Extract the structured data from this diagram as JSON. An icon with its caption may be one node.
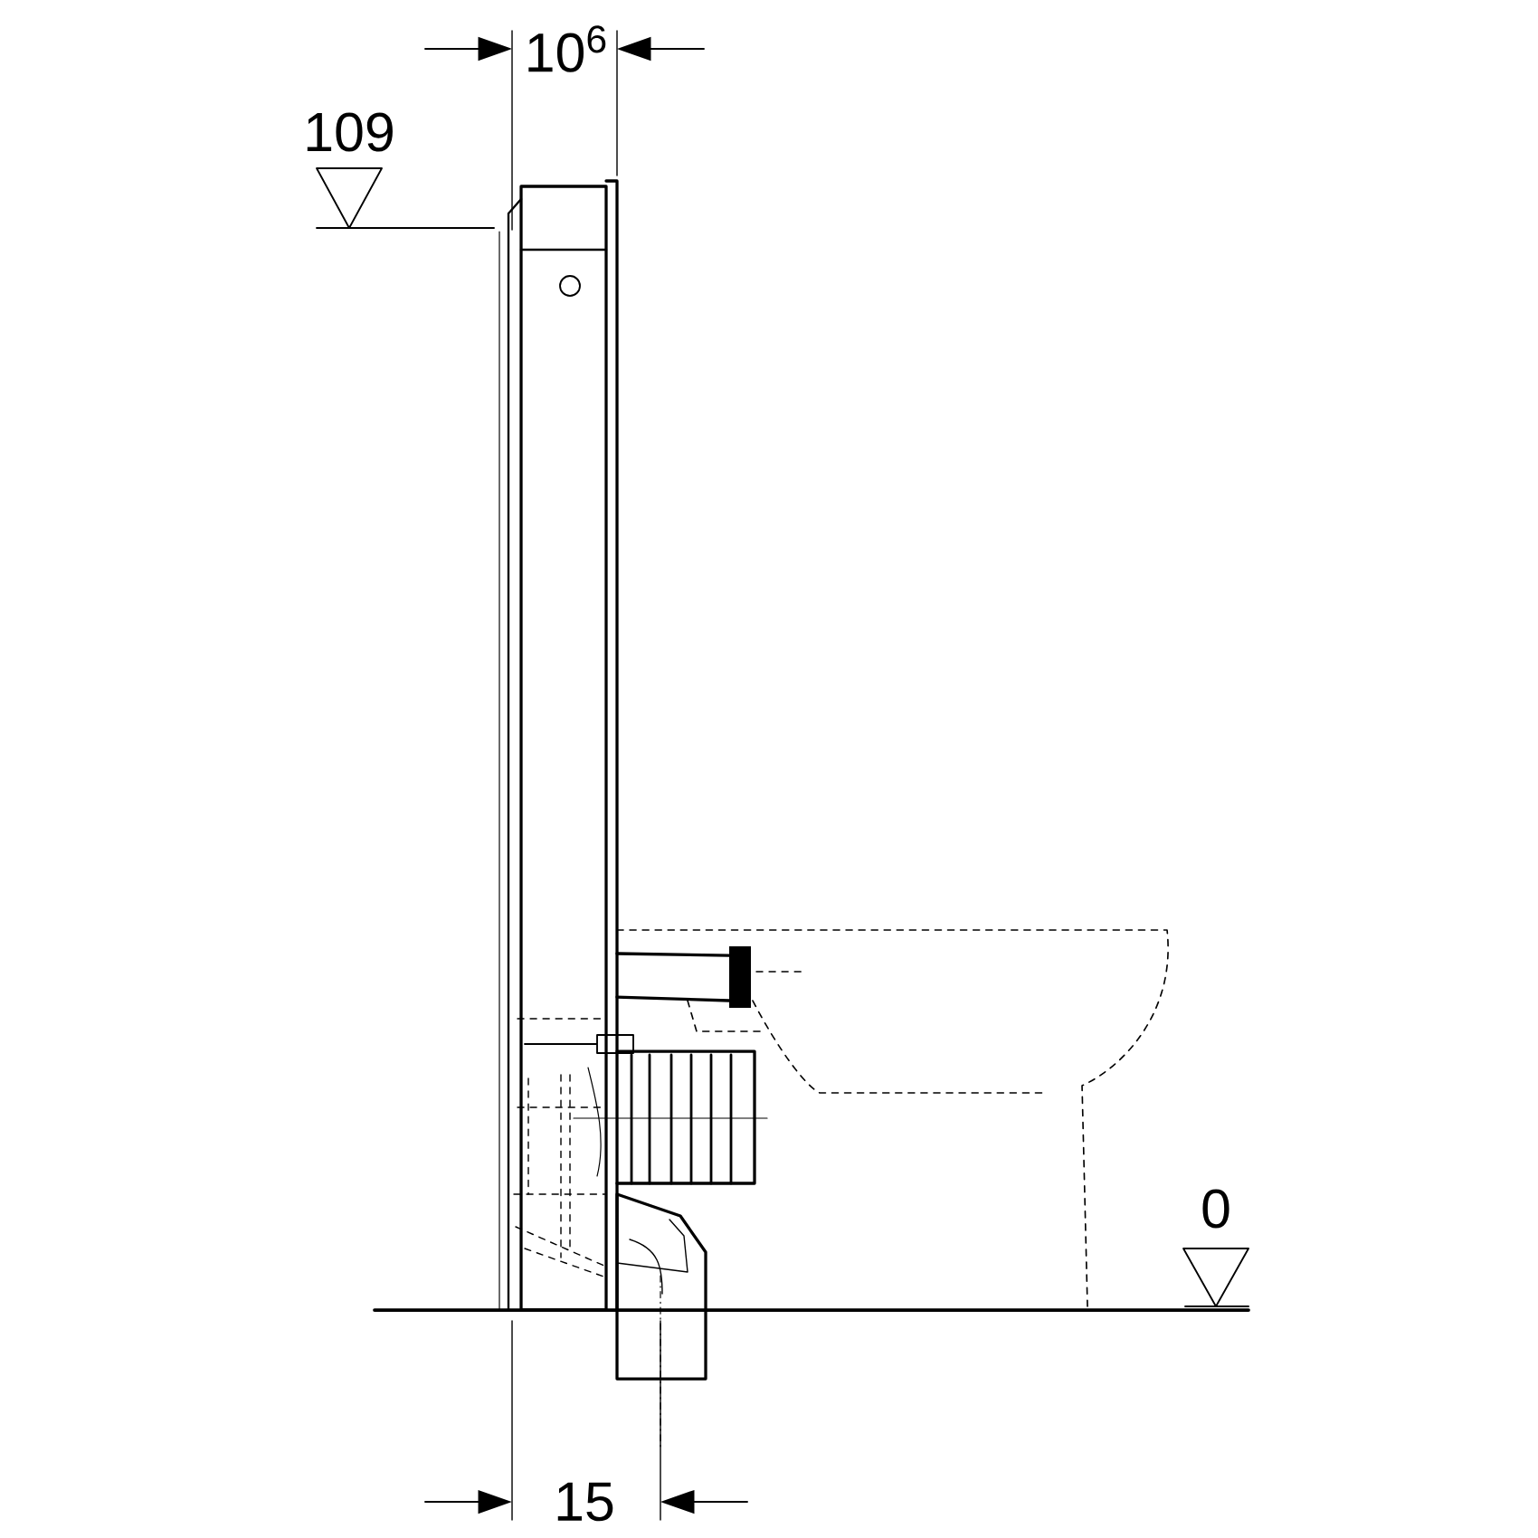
{
  "diagram": {
    "labels": [
      "10$^{6}$",
      "109",
      "0",
      "15"
    ]
  }
}
